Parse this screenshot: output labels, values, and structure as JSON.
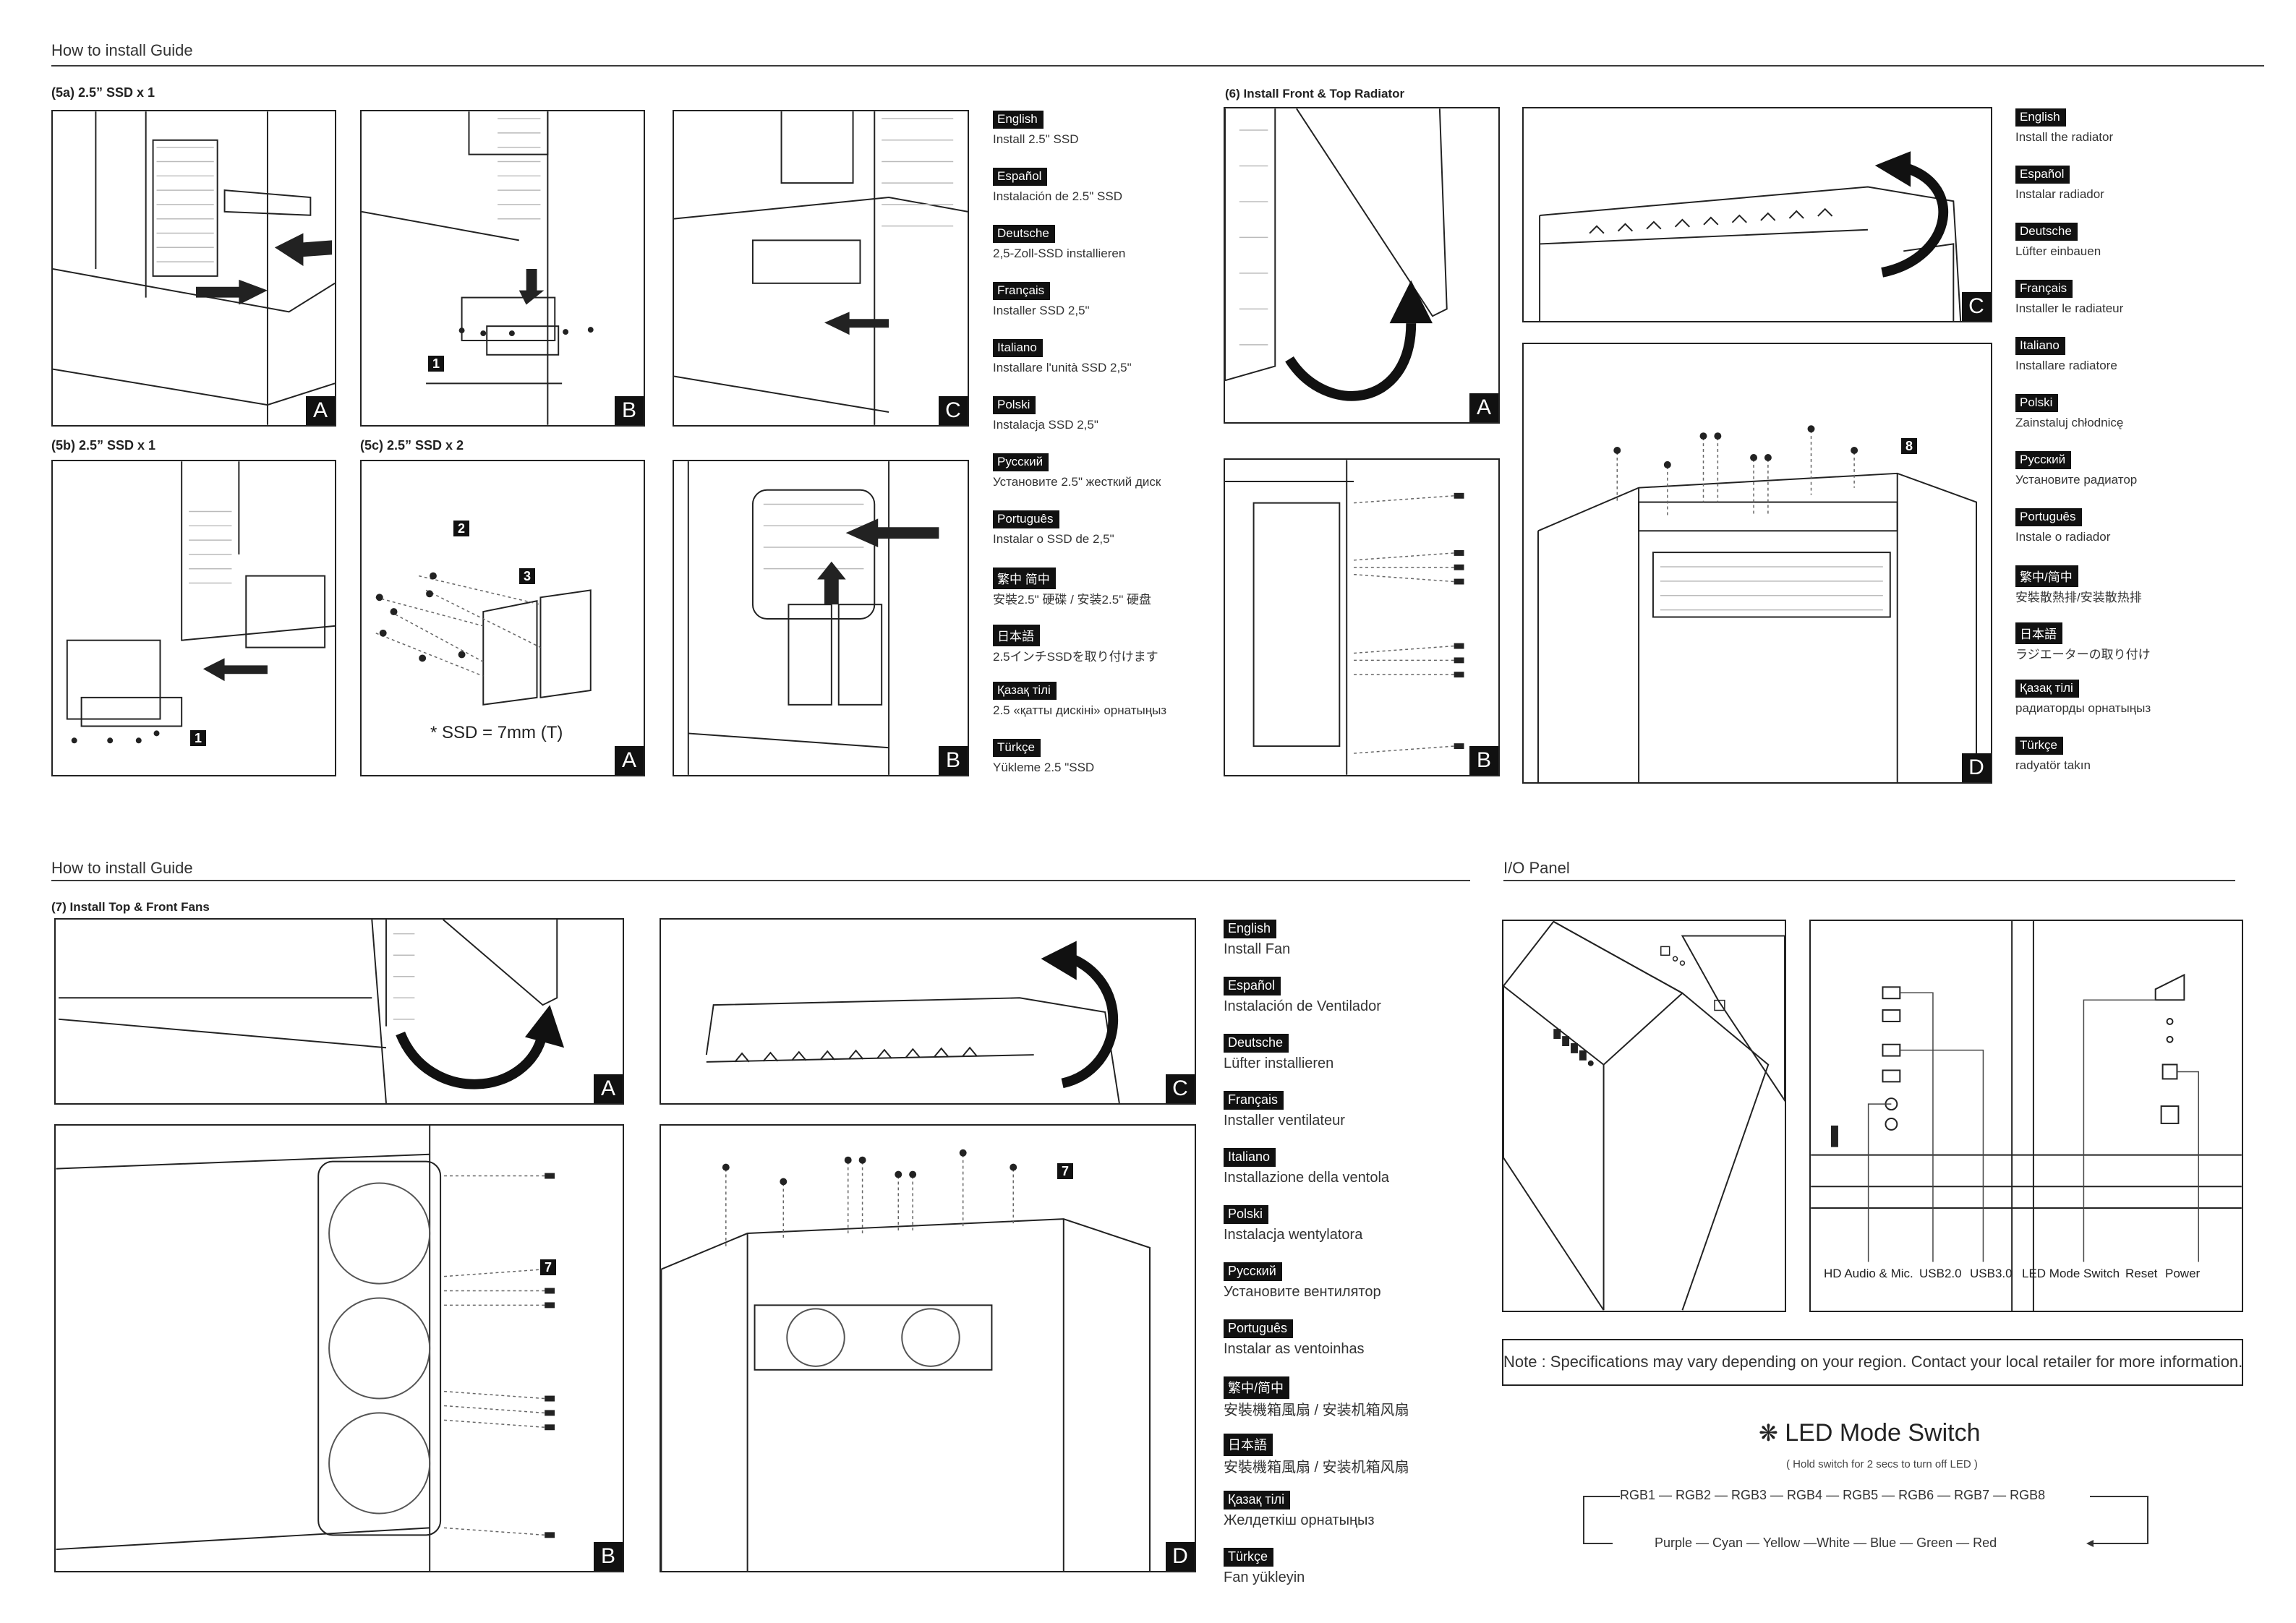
{
  "sections": {
    "top_left": "How to install Guide",
    "bottom_left": "How to install Guide",
    "io": "I/O Panel"
  },
  "steps": {
    "s5a": "(5a) 2.5” SSD x 1",
    "s5b": "(5b) 2.5” SSD x 1",
    "s5c": "(5c) 2.5” SSD x 2",
    "s6": "(6) Install Front & Top Radiator",
    "s7": "(7) Install Top & Front Fans"
  },
  "panel_letters": {
    "a": "A",
    "b": "B",
    "c": "C",
    "d": "D"
  },
  "callouts": {
    "one": "1",
    "two": "2",
    "three": "3",
    "seven": "7",
    "eight": "8"
  },
  "ssd_note": "* SSD = 7mm (T)",
  "ssd_langs": [
    {
      "tag": "English",
      "text": "Install 2.5\" SSD"
    },
    {
      "tag": "Español",
      "text": "Instalación de 2.5\" SSD"
    },
    {
      "tag": "Deutsche",
      "text": "2,5-Zoll-SSD installieren"
    },
    {
      "tag": "Français",
      "text": "Installer SSD 2,5\""
    },
    {
      "tag": "Italiano",
      "text": "Installare l'unità SSD 2,5\""
    },
    {
      "tag": "Polski",
      "text": "Instalacja SSD 2,5\""
    },
    {
      "tag": "Русский",
      "text": "Установите 2.5\" жесткий диск"
    },
    {
      "tag": "Português",
      "text": "Instalar o SSD de 2,5\""
    },
    {
      "tag": "繁中 简中",
      "text": "安裝2.5\" 硬碟 / 安装2.5\" 硬盘"
    },
    {
      "tag": "日本語",
      "text": "2.5インチSSDを取り付けます"
    },
    {
      "tag": "Қазақ тілі",
      "text": "2.5 «қатты дискіні» орнатыңыз"
    },
    {
      "tag": "Türkçe",
      "text": "Yükleme 2.5 \"SSD"
    }
  ],
  "radiator_langs": [
    {
      "tag": "English",
      "text": "Install the radiator"
    },
    {
      "tag": "Español",
      "text": "Instalar radiador"
    },
    {
      "tag": "Deutsche",
      "text": "Lüfter einbauen"
    },
    {
      "tag": "Français",
      "text": "Installer le radiateur"
    },
    {
      "tag": "Italiano",
      "text": "Installare radiatore"
    },
    {
      "tag": "Polski",
      "text": "Zainstaluj chłodnicę"
    },
    {
      "tag": "Русский",
      "text": "Установите радиатор"
    },
    {
      "tag": "Português",
      "text": "Instale o radiador"
    },
    {
      "tag": "繁中/简中",
      "text": "安裝散熱排/安装散热排"
    },
    {
      "tag": "日本語",
      "text": "ラジエーターの取り付け"
    },
    {
      "tag": "Қазақ тілі",
      "text": "радиаторды орнатыңыз"
    },
    {
      "tag": "Türkçe",
      "text": "radyatör takın"
    }
  ],
  "fan_langs": [
    {
      "tag": "English",
      "text": "Install Fan"
    },
    {
      "tag": "Español",
      "text": "Instalación de Ventilador"
    },
    {
      "tag": "Deutsche",
      "text": "Lüfter installieren"
    },
    {
      "tag": "Français",
      "text": "Installer ventilateur"
    },
    {
      "tag": "Italiano",
      "text": "Installazione della ventola"
    },
    {
      "tag": "Polski",
      "text": "Instalacja wentylatora"
    },
    {
      "tag": "Русский",
      "text": "Установите вентилятор"
    },
    {
      "tag": "Português",
      "text": "Instalar as ventoinhas"
    },
    {
      "tag": "繁中/简中",
      "text": "安裝機箱風扇 / 安装机箱风扇"
    },
    {
      "tag": "日本語",
      "text": "安裝機箱風扇 / 安装机箱风扇"
    },
    {
      "tag": "Қазақ тілі",
      "text": "Желдеткіш орнатыңыз"
    },
    {
      "tag": "Türkçe",
      "text": "Fan yükleyin"
    }
  ],
  "io_labels": {
    "hd_audio": "HD Audio & Mic.",
    "usb2": "USB2.0",
    "usb3": "USB3.0",
    "led_switch": "LED Mode Switch",
    "reset": "Reset",
    "power": "Power"
  },
  "note": "Note : Specifications may vary depending on your region. Contact your local retailer for more information.",
  "led": {
    "title": "LED Mode Switch",
    "subtitle": "( Hold switch for 2 secs to turn off LED )",
    "row1": "RGB1 — RGB2 — RGB3 — RGB4 — RGB5 — RGB6 — RGB7 — RGB8",
    "row2": "Purple — Cyan — Yellow —White — Blue — Green — Red"
  }
}
